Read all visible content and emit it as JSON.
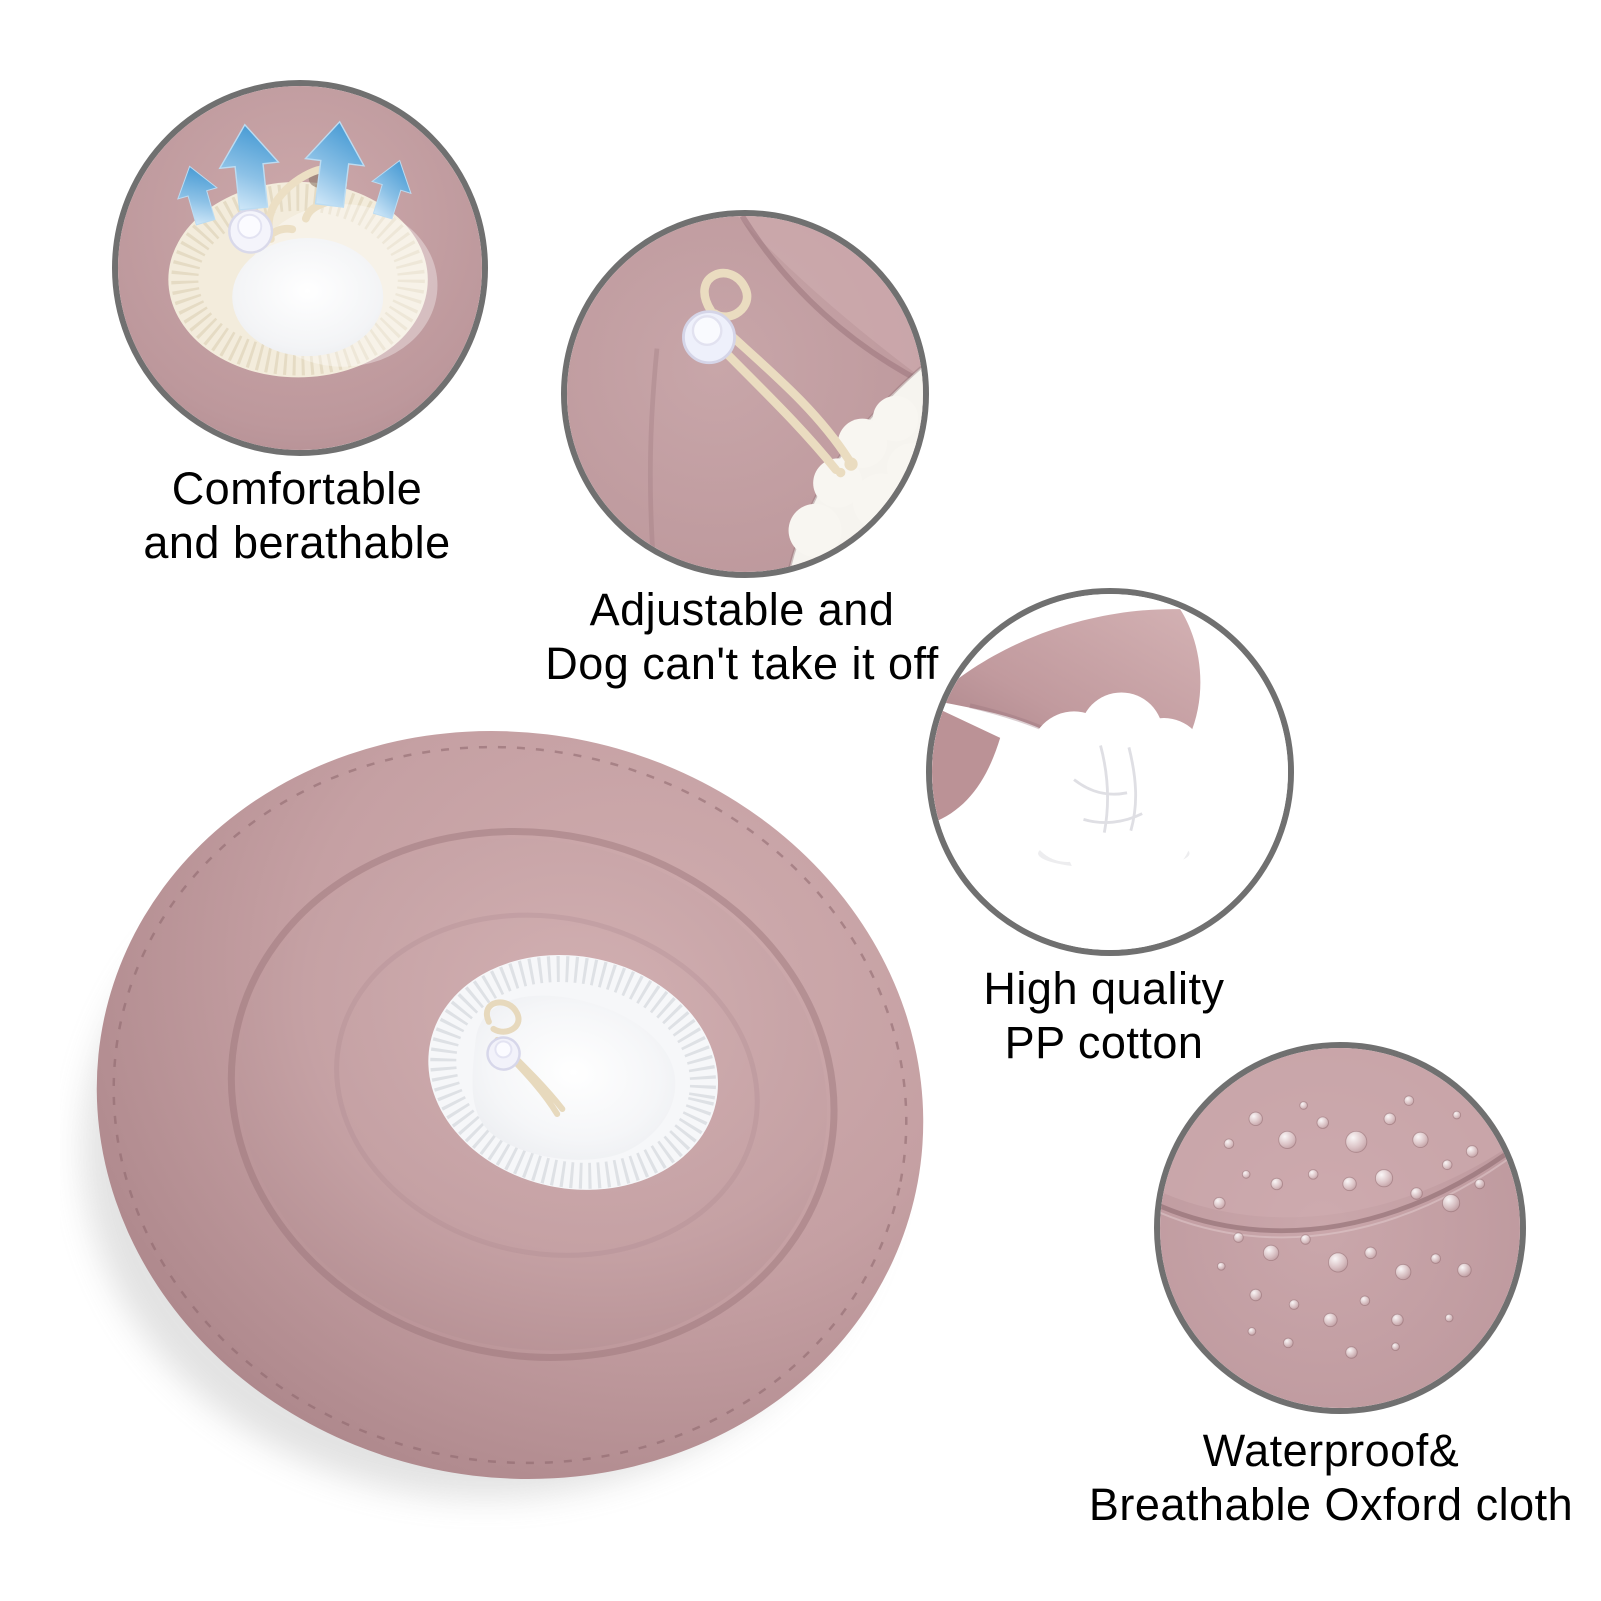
{
  "colors": {
    "background": "#ffffff",
    "fabric_pink": "#c6a1a4",
    "fabric_pink_dark": "#a78388",
    "lining_cream": "#f3ecdc",
    "lining_white": "#f6f7f9",
    "rope_cream": "#eadcc0",
    "toggle_white": "#eef0fb",
    "cotton_white": "#ffffff",
    "circle_border_gray": "#707070",
    "arrow_blue": "#4f9fd6",
    "arrow_blue_light": "#ddeffc",
    "caption_text": "#000000"
  },
  "main_image": {
    "subject": "soft-donut-cone-collar-top-view"
  },
  "callouts": [
    {
      "id": "breathable",
      "icon": "airflow-up-arrows",
      "line1": "Comfortable",
      "line2": "and berathable"
    },
    {
      "id": "adjustable",
      "icon": "drawstring-toggle",
      "line1": "Adjustable and",
      "line2": "Dog can't take it off"
    },
    {
      "id": "pp-cotton",
      "icon": "cotton-ball",
      "line1": "High quality",
      "line2": "PP cotton"
    },
    {
      "id": "waterproof",
      "icon": "water-droplets",
      "line1": "Waterproof&",
      "line2": "Breathable Oxford cloth"
    }
  ]
}
